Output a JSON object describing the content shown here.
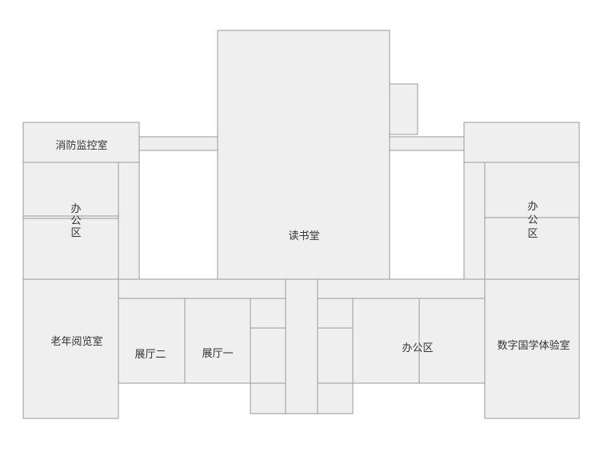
{
  "rooms": {
    "reading_hall": "读书堂",
    "fire_monitor": "消防监控室",
    "office_left": [
      "办",
      "公",
      "区"
    ],
    "office_right": [
      "办",
      "公",
      "区"
    ],
    "elderly_reading": "老年阅览室",
    "hall_two": "展厅二",
    "hall_one": "展厅一",
    "office_center": "办公区",
    "digital_lab": "数字国学体验室"
  },
  "colors": {
    "room_fill": "#efefef",
    "wall": "#9a9a9a",
    "text": "#333333"
  }
}
